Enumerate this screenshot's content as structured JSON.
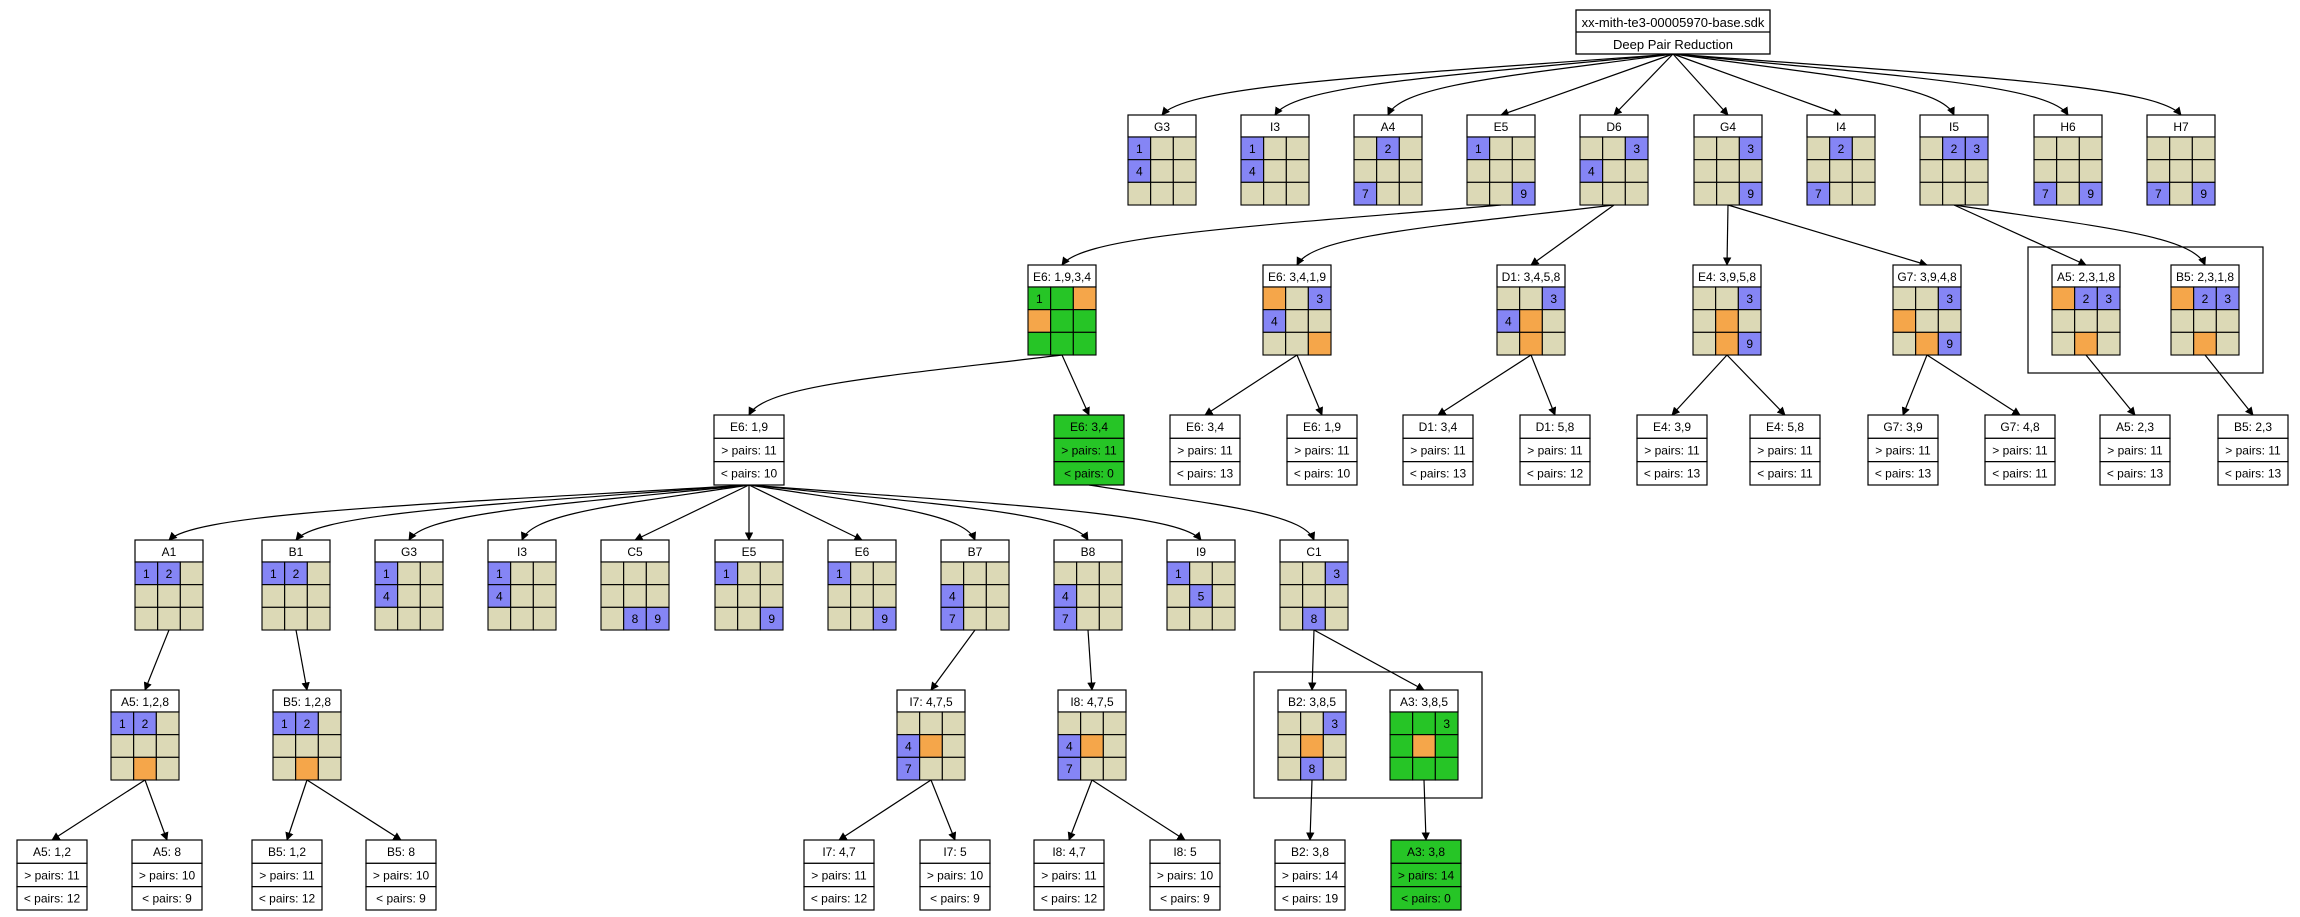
{
  "colors": {
    "cell": "#dcd9b6",
    "blue": "#8585f5",
    "orange": "#f5a64a",
    "green": "#26c526",
    "line": "#000000",
    "background": "#ffffff"
  },
  "root": {
    "line1": "xx-mith-te3-00005970-base.sdk",
    "line2": "Deep Pair Reduction"
  },
  "grid_nodes": [
    {
      "id": "G3a",
      "label": "G3",
      "cells": [
        "b1",
        "",
        "",
        "b4",
        "",
        "",
        "",
        "",
        ""
      ]
    },
    {
      "id": "I3a",
      "label": "I3",
      "cells": [
        "b1",
        "",
        "",
        "b4",
        "",
        "",
        "",
        "",
        ""
      ]
    },
    {
      "id": "A4",
      "label": "A4",
      "cells": [
        "",
        "b2",
        "",
        "",
        "",
        "",
        "b7",
        "",
        ""
      ]
    },
    {
      "id": "E5a",
      "label": "E5",
      "cells": [
        "b1",
        "",
        "",
        "",
        "",
        "",
        "",
        "",
        "b9"
      ]
    },
    {
      "id": "D6",
      "label": "D6",
      "cells": [
        "",
        "",
        "b3",
        "b4",
        "",
        "",
        "",
        "",
        ""
      ]
    },
    {
      "id": "G4",
      "label": "G4",
      "cells": [
        "",
        "",
        "b3",
        "",
        "",
        "",
        "",
        "",
        "b9"
      ]
    },
    {
      "id": "I4",
      "label": "I4",
      "cells": [
        "",
        "b2",
        "",
        "",
        "",
        "",
        "b7",
        "",
        ""
      ]
    },
    {
      "id": "I5",
      "label": "I5",
      "cells": [
        "",
        "b2",
        "b3",
        "",
        "",
        "",
        "",
        "",
        ""
      ]
    },
    {
      "id": "H6",
      "label": "H6",
      "cells": [
        "",
        "",
        "",
        "",
        "",
        "",
        "b7",
        "",
        "b9"
      ]
    },
    {
      "id": "H7",
      "label": "H7",
      "cells": [
        "",
        "",
        "",
        "",
        "",
        "",
        "b7",
        "",
        "b9"
      ]
    },
    {
      "id": "E6a",
      "label": "E6: 1,9,3,4",
      "cells": [
        "g1",
        "g",
        "o",
        "o",
        "g",
        "g",
        "g",
        "g",
        "g"
      ]
    },
    {
      "id": "E6b",
      "label": "E6: 3,4,1,9",
      "cells": [
        "o",
        "",
        "b3",
        "b4",
        "",
        "",
        "",
        "",
        "o"
      ]
    },
    {
      "id": "D1a",
      "label": "D1: 3,4,5,8",
      "cells": [
        "",
        "",
        "b3",
        "b4",
        "o",
        "",
        "",
        "o",
        ""
      ]
    },
    {
      "id": "E4a",
      "label": "E4: 3,9,5,8",
      "cells": [
        "",
        "",
        "b3",
        "",
        "o",
        "",
        "",
        "o",
        "b9"
      ]
    },
    {
      "id": "G7a",
      "label": "G7: 3,9,4,8",
      "cells": [
        "",
        "",
        "b3",
        "o",
        "",
        "",
        "",
        "o",
        "b9"
      ]
    },
    {
      "id": "A5a",
      "label": "A5: 2,3,1,8",
      "cells": [
        "o",
        "b2",
        "b3",
        "",
        "",
        "",
        "",
        "o",
        ""
      ]
    },
    {
      "id": "B5a",
      "label": "B5: 2,3,1,8",
      "cells": [
        "o",
        "b2",
        "b3",
        "",
        "",
        "",
        "",
        "o",
        ""
      ]
    },
    {
      "id": "A1",
      "label": "A1",
      "cells": [
        "b1",
        "b2",
        "",
        "",
        "",
        "",
        "",
        "",
        ""
      ]
    },
    {
      "id": "B1",
      "label": "B1",
      "cells": [
        "b1",
        "b2",
        "",
        "",
        "",
        "",
        "",
        "",
        ""
      ]
    },
    {
      "id": "G3b",
      "label": "G3",
      "cells": [
        "b1",
        "",
        "",
        "b4",
        "",
        "",
        "",
        "",
        ""
      ]
    },
    {
      "id": "I3b",
      "label": "I3",
      "cells": [
        "b1",
        "",
        "",
        "b4",
        "",
        "",
        "",
        "",
        ""
      ]
    },
    {
      "id": "C5",
      "label": "C5",
      "cells": [
        "",
        "",
        "",
        "",
        "",
        "",
        "",
        "b8",
        "b9"
      ]
    },
    {
      "id": "E5b",
      "label": "E5",
      "cells": [
        "b1",
        "",
        "",
        "",
        "",
        "",
        "",
        "",
        "b9"
      ]
    },
    {
      "id": "E6c",
      "label": "E6",
      "cells": [
        "b1",
        "",
        "",
        "",
        "",
        "",
        "",
        "",
        "b9"
      ]
    },
    {
      "id": "B7",
      "label": "B7",
      "cells": [
        "",
        "",
        "",
        "b4",
        "",
        "",
        "b7",
        "",
        ""
      ]
    },
    {
      "id": "B8",
      "label": "B8",
      "cells": [
        "",
        "",
        "",
        "b4",
        "",
        "",
        "b7",
        "",
        ""
      ]
    },
    {
      "id": "I9",
      "label": "I9",
      "cells": [
        "b1",
        "",
        "",
        "",
        "b5",
        "",
        "",
        "",
        ""
      ]
    },
    {
      "id": "C1",
      "label": "C1",
      "cells": [
        "",
        "",
        "b3",
        "",
        "",
        "",
        "",
        "b8",
        ""
      ]
    },
    {
      "id": "A5b",
      "label": "A5: 1,2,8",
      "cells": [
        "b1",
        "b2",
        "",
        "",
        "",
        "",
        "",
        "o",
        ""
      ]
    },
    {
      "id": "B5b",
      "label": "B5: 1,2,8",
      "cells": [
        "b1",
        "b2",
        "",
        "",
        "",
        "",
        "",
        "o",
        ""
      ]
    },
    {
      "id": "I7a",
      "label": "I7: 4,7,5",
      "cells": [
        "",
        "",
        "",
        "b4",
        "o",
        "",
        "b7",
        "",
        ""
      ]
    },
    {
      "id": "I8a",
      "label": "I8: 4,7,5",
      "cells": [
        "",
        "",
        "",
        "b4",
        "o",
        "",
        "b7",
        "",
        ""
      ]
    },
    {
      "id": "B2a",
      "label": "B2: 3,8,5",
      "cells": [
        "",
        "",
        "b3",
        "",
        "o",
        "",
        "",
        "b8",
        ""
      ]
    },
    {
      "id": "A3a",
      "label": "A3: 3,8,5",
      "cells": [
        "g",
        "g",
        "g3",
        "g",
        "o",
        "g",
        "g",
        "g",
        "g"
      ]
    }
  ],
  "stat_nodes": [
    {
      "id": "E6_19",
      "label": "E6: 1,9",
      "gt": "> pairs: 11",
      "lt": "< pairs: 10",
      "green": false
    },
    {
      "id": "E6_34g",
      "label": "E6: 3,4",
      "gt": "> pairs: 11",
      "lt": "< pairs: 0",
      "green": true
    },
    {
      "id": "E6_34",
      "label": "E6: 3,4",
      "gt": "> pairs: 11",
      "lt": "< pairs: 13",
      "green": false
    },
    {
      "id": "E6_19b",
      "label": "E6: 1,9",
      "gt": "> pairs: 11",
      "lt": "< pairs: 10",
      "green": false
    },
    {
      "id": "D1_34",
      "label": "D1: 3,4",
      "gt": "> pairs: 11",
      "lt": "< pairs: 13",
      "green": false
    },
    {
      "id": "D1_58",
      "label": "D1: 5,8",
      "gt": "> pairs: 11",
      "lt": "< pairs: 12",
      "green": false
    },
    {
      "id": "E4_39",
      "label": "E4: 3,9",
      "gt": "> pairs: 11",
      "lt": "< pairs: 13",
      "green": false
    },
    {
      "id": "E4_58",
      "label": "E4: 5,8",
      "gt": "> pairs: 11",
      "lt": "< pairs: 11",
      "green": false
    },
    {
      "id": "G7_39",
      "label": "G7: 3,9",
      "gt": "> pairs: 11",
      "lt": "< pairs: 13",
      "green": false
    },
    {
      "id": "G7_48",
      "label": "G7: 4,8",
      "gt": "> pairs: 11",
      "lt": "< pairs: 11",
      "green": false
    },
    {
      "id": "A5_23",
      "label": "A5: 2,3",
      "gt": "> pairs: 11",
      "lt": "< pairs: 13",
      "green": false
    },
    {
      "id": "B5_23",
      "label": "B5: 2,3",
      "gt": "> pairs: 11",
      "lt": "< pairs: 13",
      "green": false
    },
    {
      "id": "A5_12",
      "label": "A5: 1,2",
      "gt": "> pairs: 11",
      "lt": "< pairs: 12",
      "green": false
    },
    {
      "id": "A5_8",
      "label": "A5: 8",
      "gt": "> pairs: 10",
      "lt": "< pairs: 9",
      "green": false
    },
    {
      "id": "B5_12",
      "label": "B5: 1,2",
      "gt": "> pairs: 11",
      "lt": "< pairs: 12",
      "green": false
    },
    {
      "id": "B5_8",
      "label": "B5: 8",
      "gt": "> pairs: 10",
      "lt": "< pairs: 9",
      "green": false
    },
    {
      "id": "I7_47",
      "label": "I7: 4,7",
      "gt": "> pairs: 11",
      "lt": "< pairs: 12",
      "green": false
    },
    {
      "id": "I7_5",
      "label": "I7: 5",
      "gt": "> pairs: 10",
      "lt": "< pairs: 9",
      "green": false
    },
    {
      "id": "I8_47",
      "label": "I8: 4,7",
      "gt": "> pairs: 11",
      "lt": "< pairs: 12",
      "green": false
    },
    {
      "id": "I8_5",
      "label": "I8: 5",
      "gt": "> pairs: 10",
      "lt": "< pairs: 9",
      "green": false
    },
    {
      "id": "B2_38",
      "label": "B2: 3,8",
      "gt": "> pairs: 14",
      "lt": "< pairs: 19",
      "green": false
    },
    {
      "id": "A3_38",
      "label": "A3: 3,8",
      "gt": "> pairs: 14",
      "lt": "< pairs: 0",
      "green": true
    }
  ],
  "edges": [
    [
      "root",
      "G3a"
    ],
    [
      "root",
      "I3a"
    ],
    [
      "root",
      "A4"
    ],
    [
      "root",
      "E5a"
    ],
    [
      "root",
      "D6"
    ],
    [
      "root",
      "G4"
    ],
    [
      "root",
      "I4"
    ],
    [
      "root",
      "I5"
    ],
    [
      "root",
      "H6"
    ],
    [
      "root",
      "H7"
    ],
    [
      "E5a",
      "E6a"
    ],
    [
      "D6",
      "E6b"
    ],
    [
      "D6",
      "D1a"
    ],
    [
      "G4",
      "E4a"
    ],
    [
      "G4",
      "G7a"
    ],
    [
      "I5",
      "A5a"
    ],
    [
      "I5",
      "B5a"
    ],
    [
      "E6a",
      "E6_19"
    ],
    [
      "E6a",
      "E6_34g"
    ],
    [
      "E6b",
      "E6_34"
    ],
    [
      "E6b",
      "E6_19b"
    ],
    [
      "D1a",
      "D1_34"
    ],
    [
      "D1a",
      "D1_58"
    ],
    [
      "E4a",
      "E4_39"
    ],
    [
      "E4a",
      "E4_58"
    ],
    [
      "G7a",
      "G7_39"
    ],
    [
      "G7a",
      "G7_48"
    ],
    [
      "A5a",
      "A5_23"
    ],
    [
      "B5a",
      "B5_23"
    ],
    [
      "E6_19",
      "A1"
    ],
    [
      "E6_19",
      "B1"
    ],
    [
      "E6_19",
      "G3b"
    ],
    [
      "E6_19",
      "I3b"
    ],
    [
      "E6_19",
      "C5"
    ],
    [
      "E6_19",
      "E5b"
    ],
    [
      "E6_19",
      "E6c"
    ],
    [
      "E6_19",
      "B7"
    ],
    [
      "E6_19",
      "B8"
    ],
    [
      "E6_19",
      "I9"
    ],
    [
      "E6_34g",
      "C1"
    ],
    [
      "A1",
      "A5b"
    ],
    [
      "B1",
      "B5b"
    ],
    [
      "B7",
      "I7a"
    ],
    [
      "B8",
      "I8a"
    ],
    [
      "C1",
      "B2a"
    ],
    [
      "C1",
      "A3a"
    ],
    [
      "A5b",
      "A5_12"
    ],
    [
      "A5b",
      "A5_8"
    ],
    [
      "B5b",
      "B5_12"
    ],
    [
      "B5b",
      "B5_8"
    ],
    [
      "I7a",
      "I7_47"
    ],
    [
      "I7a",
      "I7_5"
    ],
    [
      "I8a",
      "I8_47"
    ],
    [
      "I8a",
      "I8_5"
    ],
    [
      "B2a",
      "B2_38"
    ],
    [
      "A3a",
      "A3_38"
    ]
  ],
  "clusters": [
    [
      "A5a",
      "B5a"
    ],
    [
      "B2a",
      "A3a"
    ]
  ]
}
